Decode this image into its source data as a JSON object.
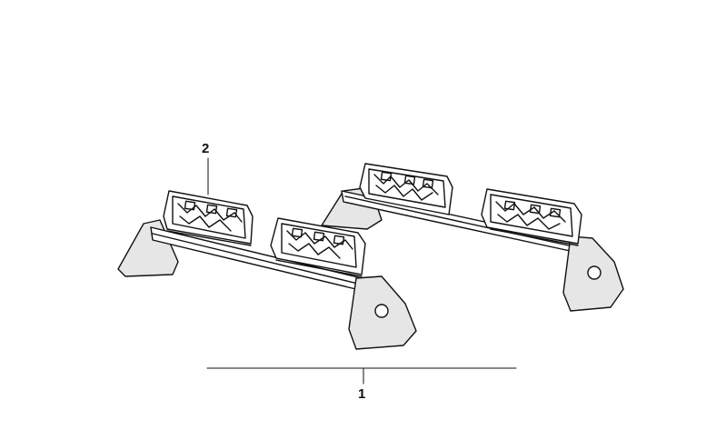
{
  "diagram": {
    "callouts": [
      {
        "id": "2",
        "label": "2"
      },
      {
        "id": "1",
        "label": "1"
      }
    ],
    "colors": {
      "line": "#111111",
      "fill": "#ffffff",
      "shade": "#e6e6e6"
    }
  }
}
